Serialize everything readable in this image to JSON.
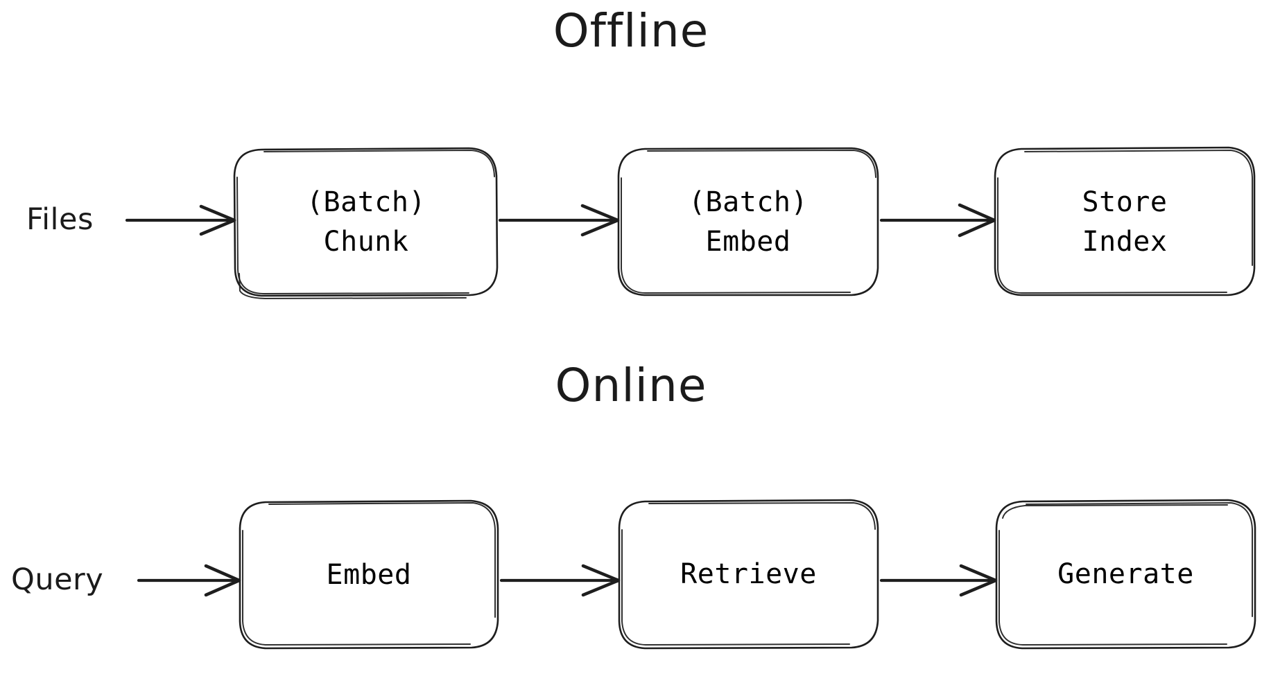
{
  "diagram": {
    "title_offline": "Offline",
    "title_online": "Online",
    "background_color": "#ffffff",
    "stroke_color": "#1e1e1e",
    "style": "hand-drawn"
  },
  "offline": {
    "heading": "Offline",
    "input_label": "Files",
    "nodes": [
      {
        "line1": "(Batch)",
        "line2": "Chunk"
      },
      {
        "line1": "(Batch)",
        "line2": "Embed"
      },
      {
        "line1": "Store",
        "line2": "Index"
      }
    ]
  },
  "online": {
    "heading": "Online",
    "input_label": "Query",
    "nodes": [
      {
        "line1": "Embed",
        "line2": ""
      },
      {
        "line1": "Retrieve",
        "line2": ""
      },
      {
        "line1": "Generate",
        "line2": ""
      }
    ]
  },
  "icons": {
    "arrow": "arrow-right-icon"
  }
}
